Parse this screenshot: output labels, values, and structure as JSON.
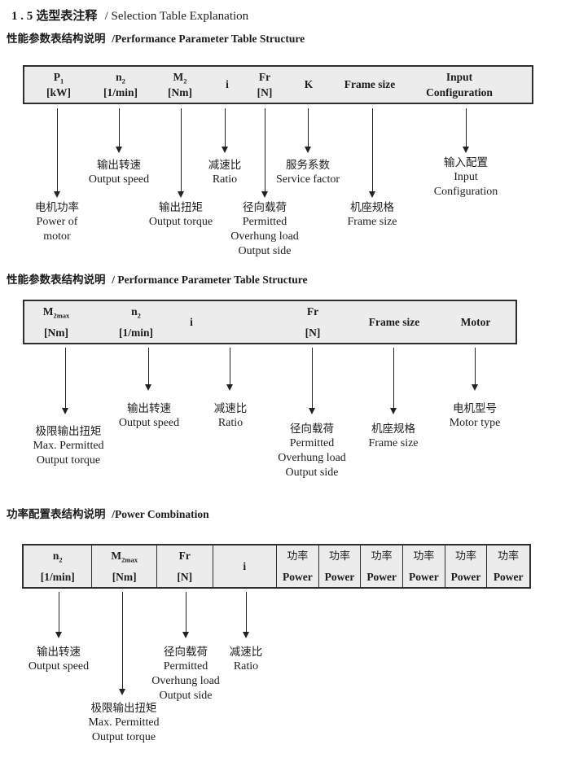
{
  "title": {
    "num": "1 . 5",
    "zh": "选型表注释",
    "en": "/ Selection Table Explanation"
  },
  "sections": [
    {
      "heading": {
        "zh": "性能参数表结构说明",
        "en": "/Performance Parameter Table Structure"
      },
      "table": {
        "cols": [
          {
            "base": "P",
            "sub": "1",
            "unit": "[kW]"
          },
          {
            "base": "n",
            "sub": "2",
            "unit": "[1/min]"
          },
          {
            "base": "M",
            "sub": "2",
            "unit": "[Nm]"
          },
          {
            "single": "i"
          },
          {
            "base": "Fr",
            "unit": "[N]"
          },
          {
            "single": "K"
          },
          {
            "single": "Frame size"
          },
          {
            "line1": "Input",
            "line2": "Configuration"
          }
        ]
      },
      "callouts": [
        {
          "lines": [
            "电机功率",
            "Power of",
            "motor"
          ]
        },
        {
          "lines": [
            "输出转速",
            "Output speed"
          ]
        },
        {
          "lines": [
            "输出扭矩",
            "Output torque"
          ]
        },
        {
          "lines": [
            "减速比",
            "Ratio"
          ]
        },
        {
          "lines": [
            "径向载荷",
            "Permitted",
            "Overhung load",
            "Output side"
          ]
        },
        {
          "lines": [
            "服务系数",
            "Service factor"
          ]
        },
        {
          "lines": [
            "机座规格",
            "Frame size"
          ]
        },
        {
          "lines": [
            "输入配置",
            "Input",
            "Configuration"
          ]
        }
      ]
    },
    {
      "heading": {
        "zh": "性能参数表结构说明",
        "en": "/ Performance Parameter Table Structure"
      },
      "table": {
        "cols": [
          {
            "base": "M",
            "sub": "2max",
            "unit": "[Nm]"
          },
          {
            "base": "n",
            "sub": "2",
            "unit": "[1/min]"
          },
          {
            "single": "i"
          },
          {
            "base": "Fr",
            "unit": "[N]"
          },
          {
            "single": "Frame size"
          },
          {
            "single": "Motor"
          }
        ]
      },
      "callouts": [
        {
          "lines": [
            "极限输出扭矩",
            "Max. Permitted",
            "Output torque"
          ]
        },
        {
          "lines": [
            "输出转速",
            "Output speed"
          ]
        },
        {
          "lines": [
            "减速比",
            "Ratio"
          ]
        },
        {
          "lines": [
            "径向载荷",
            "Permitted",
            "Overhung load",
            "Output side"
          ]
        },
        {
          "lines": [
            "机座规格",
            "Frame size"
          ]
        },
        {
          "lines": [
            "电机型号",
            "Motor type"
          ]
        }
      ]
    },
    {
      "heading": {
        "zh": "功率配置表结构说明",
        "en": "/Power Combination"
      },
      "table": {
        "cols": [
          {
            "base": "n",
            "sub": "2",
            "unit": "[1/min]"
          },
          {
            "base": "M",
            "sub": "2max",
            "unit": "[Nm]"
          },
          {
            "base": "Fr",
            "unit": "[N]"
          },
          {
            "single": "i"
          }
        ],
        "power": {
          "zh": "功率",
          "en": "Power",
          "count": 6
        }
      },
      "callouts": [
        {
          "lines": [
            "输出转速",
            "Output speed"
          ]
        },
        {
          "lines": [
            "极限输出扭矩",
            "Max. Permitted",
            "Output torque"
          ]
        },
        {
          "lines": [
            "径向载荷",
            "Permitted",
            "Overhung load",
            "Output side"
          ]
        },
        {
          "lines": [
            "减速比",
            "Ratio"
          ]
        }
      ]
    }
  ]
}
